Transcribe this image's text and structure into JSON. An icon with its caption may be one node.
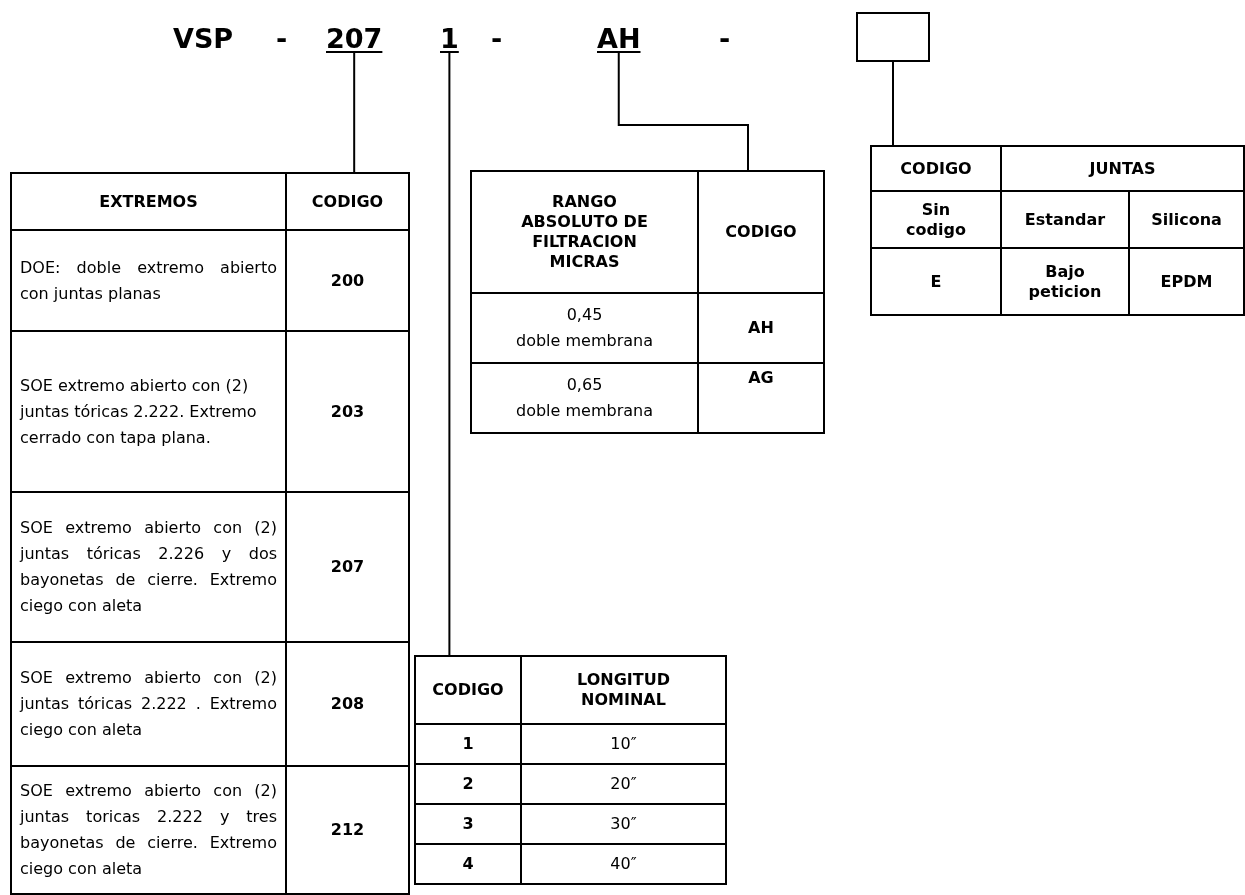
{
  "diagram": {
    "nodes": [
      {
        "text": [
          "207"
        ]
      },
      {
        "text": [
          "1"
        ]
      },
      {
        "text": [
          "AH"
        ]
      },
      {
        "text": [],
        "shape": "box"
      },
      {
        "text": [
          "EXTREMOS",
          "CODIGO",
          "DOE: doble extremo abierto con juntas planas",
          "200",
          "SOE extremo abierto con (2) juntas tóricas 2.222. Extremo cerrado con tapa plana.",
          "203",
          "SOE extremo abierto con (2) juntas tóricas 2.226 y dos bayonetas de cierre. Extremo ciego con aleta",
          "207",
          "SOE extremo abierto con (2) juntas tóricas 2.222 . Extremo ciego con aleta",
          "208",
          "SOE extremo abierto con (2) juntas toricas 2.222 y tres bayonetas de cierre. Extremo ciego con aleta",
          "212"
        ]
      },
      {
        "text": [
          "RANGO ABSOLUTO DE FILTRACION MICRAS",
          "CODIGO",
          "0,45",
          "doble membrana",
          "AH",
          "0,65",
          "doble membrana",
          "AG"
        ]
      },
      {
        "text": [
          "CODIGO",
          "JUNTAS",
          "Sin codigo",
          "Estandar",
          "Silicona",
          "E",
          "Bajo peticion",
          "EPDM"
        ]
      },
      {
        "text": [
          "CODIGO",
          "LONGITUD NOMINAL",
          "1",
          "10″",
          "2",
          "20″",
          "3",
          "30″",
          "4",
          "40″"
        ]
      }
    ],
    "edges": [
      {
        "from": 0,
        "to": 4,
        "arrow": "none"
      },
      {
        "from": 1,
        "to": 7,
        "arrow": "none"
      },
      {
        "from": 2,
        "to": 5,
        "arrow": "none"
      },
      {
        "from": 3,
        "to": 6,
        "arrow": "none"
      }
    ],
    "labels": [
      "VSP",
      "-",
      "-",
      "-"
    ]
  }
}
